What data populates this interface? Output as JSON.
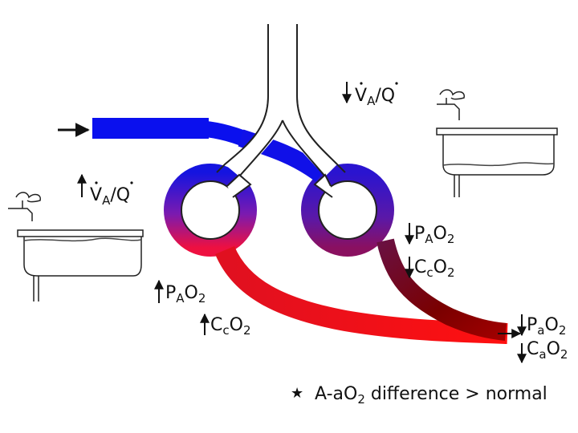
{
  "labels": {
    "top_right_ratio": {
      "main": "V",
      "sub": "A",
      "sep": "/",
      "den": "Q"
    },
    "left_ratio": {
      "main": "V",
      "sub": "A",
      "sep": "/",
      "den": "Q"
    },
    "left_pao2": {
      "p": "P",
      "sub": "A",
      "o": "O",
      "sub2": "2"
    },
    "left_cco2": {
      "p": "C",
      "sub": "c",
      "o": "O",
      "sub2": "2"
    },
    "right_pao2": {
      "p": "P",
      "sub": "A",
      "o": "O",
      "sub2": "2"
    },
    "right_cco2": {
      "p": "C",
      "sub": "c",
      "o": "O",
      "sub2": "2"
    },
    "out_pao2": {
      "p": "P",
      "sub": "a",
      "o": "O",
      "sub2": "2"
    },
    "out_cao2": {
      "p": "C",
      "sub": "a",
      "o": "O",
      "sub2": "2"
    },
    "footer": {
      "star": "★",
      "a": "A-aO",
      "sub": "2",
      "rest": " difference > normal"
    }
  },
  "colors": {
    "venous_blue": "#0a10ee",
    "mid_purple": "#5a1aa6",
    "arterial_red": "#ee1010",
    "dark_red": "#7a0000",
    "outline": "#222222"
  },
  "arrows": {
    "top_right_ratio": "down",
    "left_ratio": "up",
    "left_pao2": "up",
    "left_cco2": "up",
    "right_pao2": "down",
    "right_cco2": "down",
    "out_pao2": "down",
    "out_cao2": "down"
  }
}
